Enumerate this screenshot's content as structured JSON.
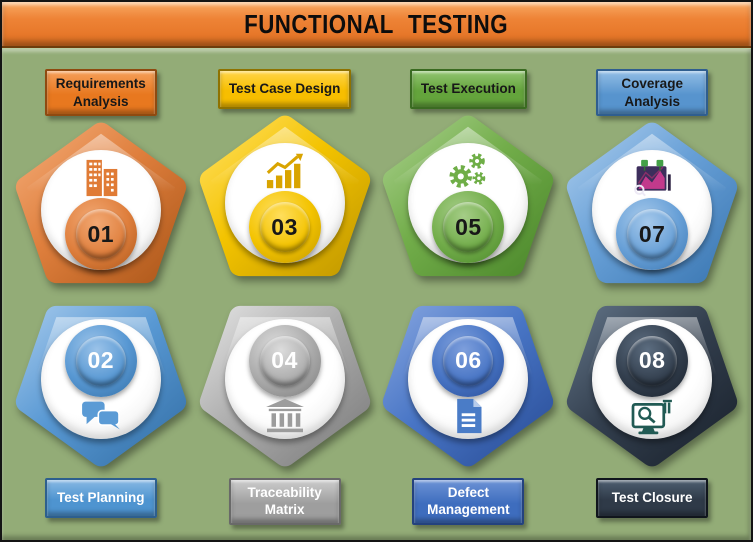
{
  "title": "FUNCTIONAL TESTING",
  "colors": {
    "background": "#93AC77",
    "header_bar": "#EE8336",
    "frame_border": "#141414"
  },
  "modules": [
    {
      "number": "01",
      "label": "Requirements\nAnalysis",
      "icon": "buildings-icon",
      "color": "#DF7F3D"
    },
    {
      "number": "03",
      "label": "Test Case Design",
      "icon": "growth-chart-icon",
      "color": "#F3C300"
    },
    {
      "number": "05",
      "label": "Test Execution",
      "icon": "gears-icon",
      "color": "#72AD4A"
    },
    {
      "number": "07",
      "label": "Coverage\nAnalysis",
      "icon": "coverage-chart-icon",
      "color": "#68A0D7"
    },
    {
      "number": "02",
      "label": "Test Planning",
      "icon": "chat-bubbles-icon",
      "color": "#5898D3"
    },
    {
      "number": "04",
      "label": "Traceability\nMatrix",
      "icon": "bank-icon",
      "color": "#ACACAC"
    },
    {
      "number": "06",
      "label": "Defect\nManagement",
      "icon": "document-icon",
      "color": "#4875C5"
    },
    {
      "number": "08",
      "label": "Test Closure",
      "icon": "monitor-search-icon",
      "color": "#333F4E"
    }
  ]
}
